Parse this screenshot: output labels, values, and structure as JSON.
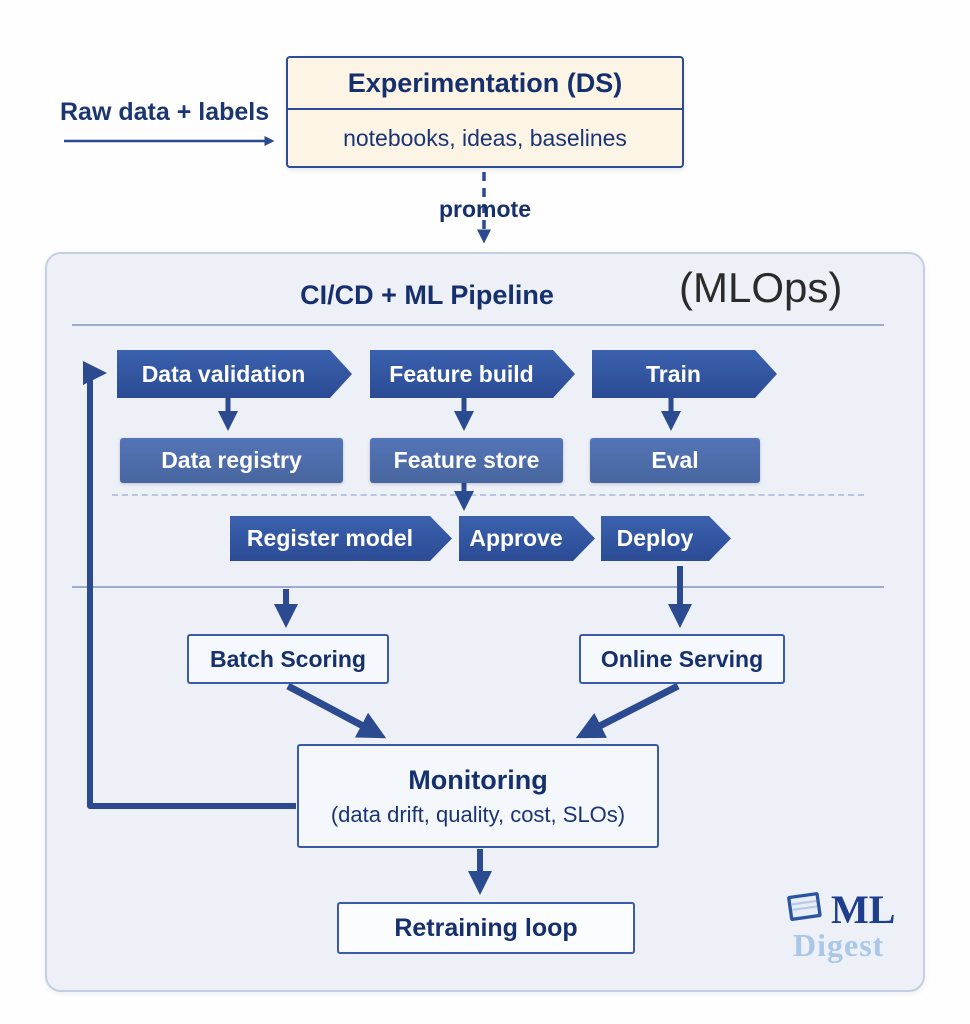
{
  "input": {
    "label": "Raw data + labels"
  },
  "experimentation": {
    "title": "Experimentation (DS)",
    "subtitle": "notebooks, ideas, baselines"
  },
  "promote": {
    "label": "promote"
  },
  "pipeline": {
    "title": "CI/CD + ML Pipeline",
    "tag": "(MLOps)",
    "stages_row1": [
      {
        "label": "Data validation"
      },
      {
        "label": "Feature build"
      },
      {
        "label": "Train"
      }
    ],
    "stages_row2": [
      {
        "label": "Data registry"
      },
      {
        "label": "Feature store"
      },
      {
        "label": "Eval"
      }
    ],
    "stages_row3": [
      {
        "label": "Register model"
      },
      {
        "label": "Approve"
      },
      {
        "label": "Deploy"
      }
    ],
    "serving": [
      {
        "label": "Batch Scoring"
      },
      {
        "label": "Online Serving"
      }
    ],
    "monitoring": {
      "title": "Monitoring",
      "subtitle": "(data drift, quality, cost, SLOs)"
    },
    "retraining": {
      "label": "Retraining loop"
    }
  },
  "logo": {
    "ml": "ML",
    "digest": "Digest"
  },
  "colors": {
    "stage_dark": "#30549f",
    "stage_medium": "#4f6fae",
    "arrow": "#2c4a8f",
    "text_dark": "#16306d",
    "panel_bg": "#edf0f7",
    "light_box_bg": "#f5f8fd",
    "experimentation_bg": "#fcf5e6",
    "logo_digest": "#a9c7e6"
  }
}
